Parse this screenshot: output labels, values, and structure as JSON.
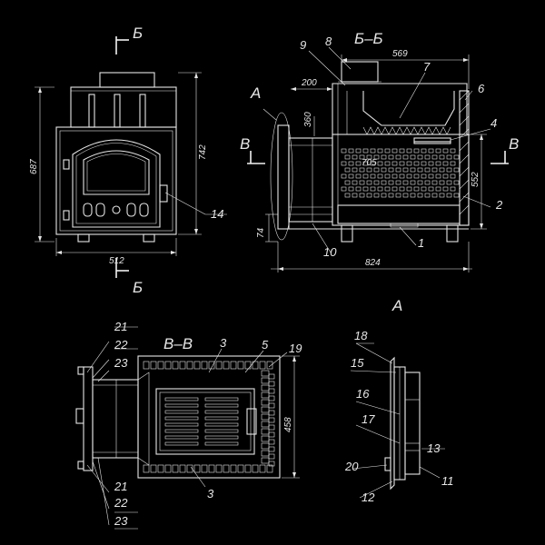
{
  "section_bb": {
    "title": "Б–Б",
    "cut_top": "Б",
    "cut_bottom": "Б"
  },
  "section_vv": {
    "title": "В–В",
    "cut_left": "В",
    "cut_right": "В"
  },
  "detail_a": {
    "title": "А",
    "marker": "А"
  },
  "front_dims": {
    "width": "512",
    "height": "687",
    "height_inner": "742"
  },
  "bb_dims": {
    "top": "569",
    "left_top": "200",
    "door": "360",
    "grate": "705",
    "right": "552",
    "bottom": "824",
    "foot": "74"
  },
  "vv_dims": {
    "depth": "458"
  },
  "callouts": {
    "c1": "1",
    "c2": "2",
    "c3": "3",
    "c4": "4",
    "c5": "5",
    "c6": "6",
    "c7": "7",
    "c8": "8",
    "c9": "9",
    "c10": "10",
    "c11": "11",
    "c12": "12",
    "c13": "13",
    "c14": "14",
    "c15": "15",
    "c16": "16",
    "c17": "17",
    "c18": "18",
    "c19": "19",
    "c20": "20",
    "c21": "21",
    "c22": "22",
    "c23": "23",
    "c3b": "3",
    "c21b": "21",
    "c22b": "22",
    "c23b": "23"
  }
}
